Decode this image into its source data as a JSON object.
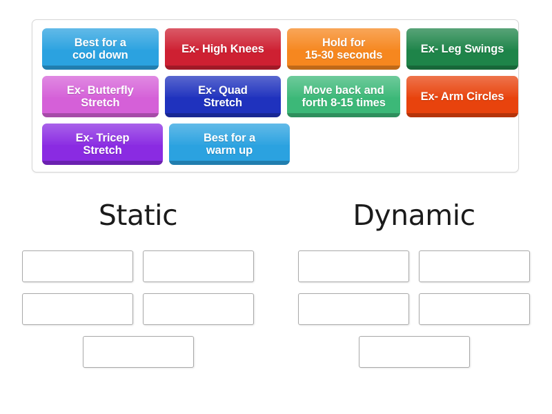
{
  "activity": {
    "type": "group-sort",
    "title": "Static vs Dynamic Stretching Sort"
  },
  "tile_bank": {
    "name": "tile-bank",
    "rows": [
      [
        {
          "label": "Best for a\ncool down",
          "color": "#2BA2E0",
          "text_color": "#ffffff",
          "width_class": "w-175"
        },
        {
          "label": "Ex- High Knees",
          "color": "#CE2032",
          "text_color": "#ffffff",
          "width_class": "w-175"
        },
        {
          "label": "Hold for\n15-30 seconds",
          "color": "#F6871F",
          "text_color": "#ffffff",
          "width_class": "w-170"
        },
        {
          "label": "Ex- Leg Swings",
          "color": "#1E8449",
          "text_color": "#ffffff",
          "width_class": "w-168"
        }
      ],
      [
        {
          "label": "Ex- Butterfly\nStretch",
          "color": "#D560D8",
          "text_color": "#ffffff",
          "width_class": "w-175"
        },
        {
          "label": "Ex- Quad\nStretch",
          "color": "#1F32BE",
          "text_color": "#ffffff",
          "width_class": "w-175"
        },
        {
          "label": "Move back and\nforth 8-15 times",
          "color": "#3CB878",
          "text_color": "#ffffff",
          "width_class": "w-170"
        },
        {
          "label": "Ex- Arm Circles",
          "color": "#E8430D",
          "text_color": "#ffffff",
          "width_class": "w-168"
        }
      ],
      [
        {
          "label": "Ex- Tricep\nStretch",
          "color": "#8A2BE2",
          "text_color": "#ffffff",
          "width_class": "w-175"
        },
        {
          "label": "Best for a\nwarm up",
          "color": "#2BA2E0",
          "text_color": "#ffffff",
          "width_class": "w-175"
        }
      ]
    ]
  },
  "categories": [
    {
      "heading": "Static",
      "dropzone_rows": [
        2,
        2,
        1
      ],
      "dropzones": [
        "",
        "",
        "",
        "",
        ""
      ]
    },
    {
      "heading": "Dynamic",
      "dropzone_rows": [
        2,
        2,
        1
      ],
      "dropzones": [
        "",
        "",
        "",
        "",
        ""
      ]
    }
  ],
  "colors": {
    "page_background": "#ffffff",
    "bank_border": "#d6d6d6",
    "dropzone_border": "#a8a8a8",
    "heading_text": "#1b1b1b"
  }
}
